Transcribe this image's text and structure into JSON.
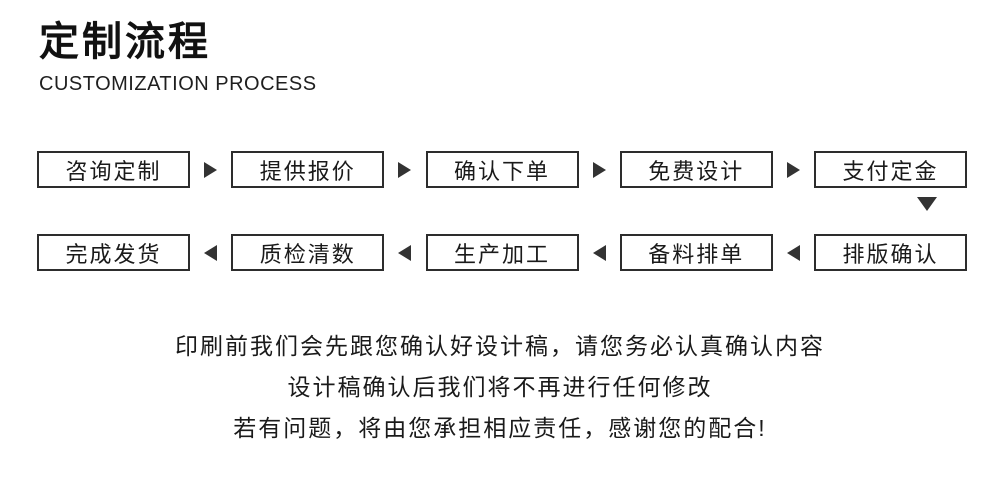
{
  "header": {
    "title": "定制流程",
    "subtitle": "CUSTOMIZATION PROCESS"
  },
  "flow": {
    "top_row": {
      "arrow_direction": "right",
      "steps": [
        "咨询定制",
        "提供报价",
        "确认下单",
        "免费设计",
        "支付定金"
      ]
    },
    "bottom_row": {
      "arrow_direction": "left",
      "steps": [
        "完成发货",
        "质检清数",
        "生产加工",
        "备料排单",
        "排版确认"
      ]
    },
    "icons": {
      "arrow_right": "▶",
      "arrow_left": "◀",
      "arrow_down": "▼"
    }
  },
  "notice": {
    "lines": [
      "印刷前我们会先跟您确认好设计稿，请您务必认真确认内容",
      "设计稿确认后我们将不再进行任何修改",
      "若有问题，将由您承担相应责任，感谢您的配合!"
    ]
  },
  "colors": {
    "text": "#1a1a1a",
    "box_border": "#2d2d2d",
    "arrow": "#333333",
    "background": "#ffffff"
  }
}
